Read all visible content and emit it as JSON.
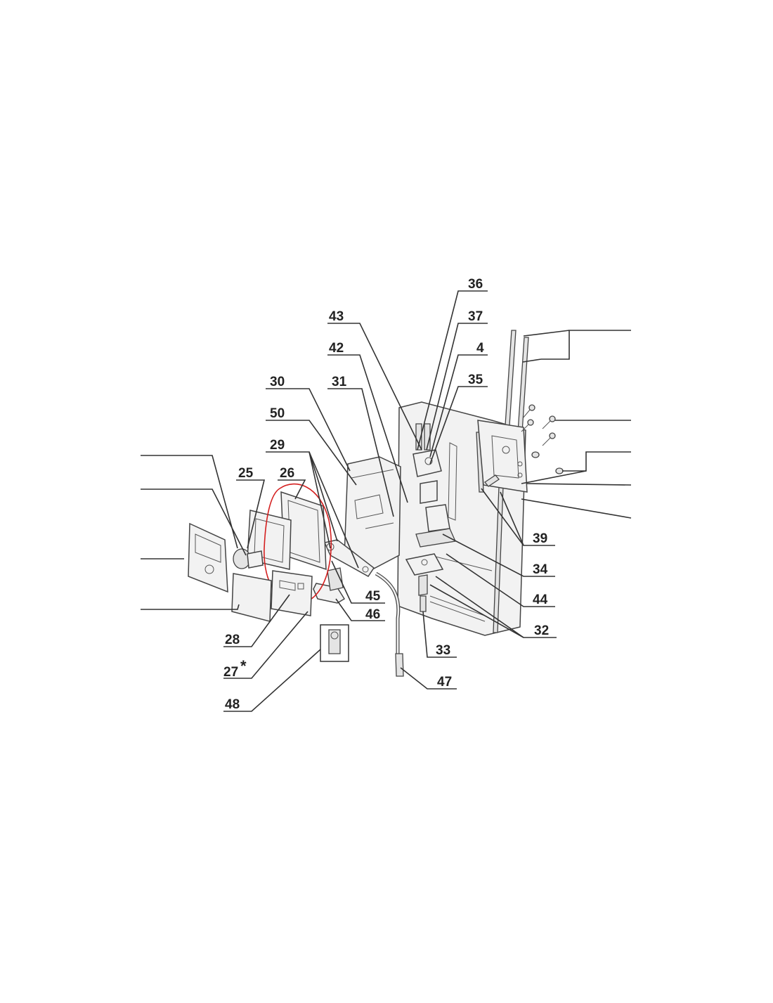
{
  "diagram": {
    "labels": {
      "l36": "36",
      "l43": "43",
      "l37": "37",
      "l42": "42",
      "l4": "4",
      "l35": "35",
      "l30": "30",
      "l31": "31",
      "l50": "50",
      "l29": "29",
      "l25": "25",
      "l26": "26",
      "l39": "39",
      "l34": "34",
      "l44": "44",
      "l45": "45",
      "l46": "46",
      "l32": "32",
      "l28": "28",
      "l33": "33",
      "l27": "27",
      "l27_mark": "*",
      "l47": "47",
      "l48": "48"
    },
    "colors": {
      "highlight": "#d42020",
      "ink": "#222222"
    }
  }
}
